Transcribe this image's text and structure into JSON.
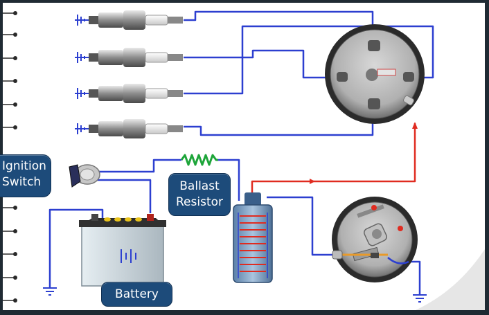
{
  "labels": {
    "ignition_line1": "Ignition",
    "ignition_line2": "Switch",
    "ballast_line1": "Ballast",
    "ballast_line2": "Resistor",
    "battery": "Battery"
  },
  "colors": {
    "wire_primary": "#2c3fd0",
    "wire_high_voltage": "#e02b20",
    "resistor_coil": "#1ea53a",
    "label_bg": "#1d4b7a",
    "frame": "#1f2a33"
  },
  "icons": [
    "spark-plug-icon",
    "ground-icon",
    "ignition-key-icon",
    "resistor-icon",
    "ignition-coil-icon",
    "battery-icon",
    "distributor-cap-icon",
    "breaker-points-icon"
  ]
}
